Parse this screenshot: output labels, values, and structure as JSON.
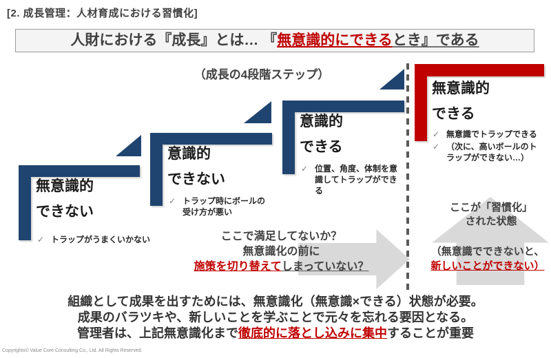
{
  "header": {
    "label": "[2. 成長管理：人材育成における習慣化]"
  },
  "title_box": {
    "part_plain": "人財における『成長』とは… 『",
    "part_red": "無意識的にできる",
    "part_tail": "とき』である"
  },
  "subtitle": "（成長の4段階ステップ）",
  "check_icon": "✓",
  "steps": [
    {
      "title_line1": "無意識的",
      "title_line2": "できない",
      "bullets": [
        "トラップがうまくいかない"
      ]
    },
    {
      "title_line1": "意識的",
      "title_line2": "できない",
      "bullets": [
        "トラップ時にボールの受け方が悪い"
      ]
    },
    {
      "title_line1": "意識的",
      "title_line2": "できる",
      "bullets": [
        "位置、角度、体制を意識してトラップができる"
      ]
    },
    {
      "title_line1": "無意識的",
      "title_line2": "できる",
      "bullets": [
        "無意識でトラップできる",
        "（次に、高いボールのトラップができない…）"
      ]
    }
  ],
  "mid_callout": {
    "line1": "ここで満足してないか？",
    "line2": "無意識化の前に",
    "line3_red": "施策を切り替えて",
    "line3_tail": "しまっていない？"
  },
  "habit_note": {
    "line1": "ここが「習慣化」",
    "line2": "された状態"
  },
  "paren_note": {
    "line1": "（無意識でできないと、",
    "line2_red": "新しいことができない）"
  },
  "bottom": {
    "line1": "組織として成果を出すためには、無意識化（無意識×できる）状態が必要。",
    "line2": "成果のバラツキや、新しいことを学ぶことで元々を忘れる要因となる。",
    "line3_head": "管理者は、上記無意識化まで",
    "line3_red": "徹底的に落とし込みに集中",
    "line3_tail": "することが重要"
  },
  "footer": {
    "copyright": "Copyrights© Value Core Consulting Co., Ltd. All Rights Reserved."
  },
  "colors": {
    "navy": "#1f4470",
    "red": "#c00000",
    "arrow_gray": "#d9d9d9",
    "dash_gray": "#595959"
  }
}
